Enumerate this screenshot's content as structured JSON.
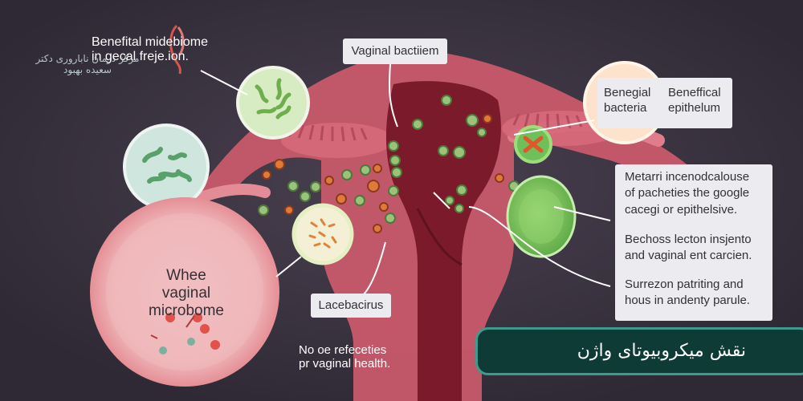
{
  "logo": {
    "icon": "uterus-logo-icon",
    "text": "مرکز درمان ناباروری دکتر سعیده بهبود",
    "color": "#d9534f"
  },
  "labels": {
    "beneficial_microbiome": [
      "Benefital midebiome",
      "in gecal freje.ion."
    ],
    "vaginal_bacterium": "Vaginal bactiiem",
    "beneficial_bacteria": [
      "Beneɡial",
      "bacteria"
    ],
    "beneficial_epithelium": [
      "Beneffical",
      "epithelum"
    ],
    "lactobacillus": "Lacebacirus",
    "microbiome_circle": [
      "Whee vaginal",
      "microbome"
    ],
    "footer_note": [
      "No oe refeceties",
      "pr vaginal health."
    ]
  },
  "info_box": {
    "paragraphs": [
      [
        "Metarri incenodcalouse",
        "of pacheties the google",
        "cacegi or epithelsive."
      ],
      [
        "Bechoss lecton insjento",
        "and vaginal ent carcien."
      ],
      [
        "Surrezon patriting and",
        "hous in andenty parule."
      ]
    ]
  },
  "banner": {
    "text": "نقش میکروبیوتای واژن"
  },
  "colors": {
    "background": "#3d3542",
    "uterus": "#c85a6b",
    "uterus_cavity": "#7a1a2a",
    "banner_bg": "#0e3b36",
    "banner_border": "#3f9a8e",
    "bacteria_green": "#6fbf5b"
  }
}
